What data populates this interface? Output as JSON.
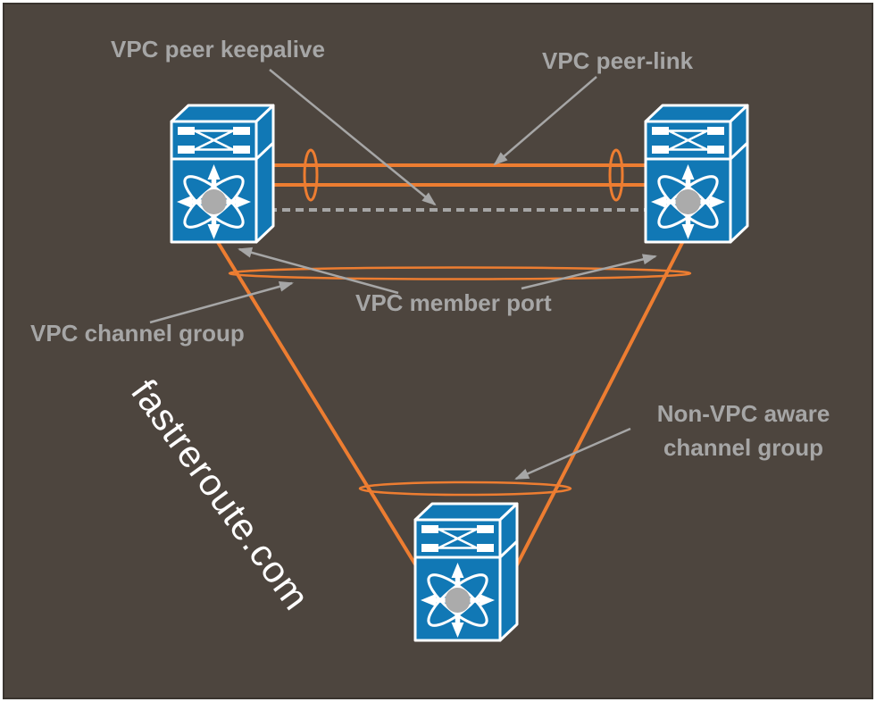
{
  "frame": {
    "background": "#4D453E",
    "border": "#3A342E",
    "outer_margin": "#FFFFFF"
  },
  "palette": {
    "link_orange": "#ED7D31",
    "label_gray": "#A6A6A6",
    "switch_blue": "#1178B5",
    "switch_outline": "#FFFFFF",
    "switch_core_gray": "#ABABAB",
    "watermark_white": "#FFFFFF"
  },
  "labels": {
    "peer_keepalive": "VPC peer keepalive",
    "peer_link": "VPC peer-link",
    "member_port": "VPC member port",
    "channel_group": "VPC channel group",
    "non_vpc_line1": "Non-VPC aware",
    "non_vpc_line2": "channel group"
  },
  "watermark": "fastreroute.com",
  "nodes": [
    {
      "id": "top-left-switch",
      "icon": "nexus-multilayer-switch-icon"
    },
    {
      "id": "top-right-switch",
      "icon": "nexus-multilayer-switch-icon"
    },
    {
      "id": "bottom-switch",
      "icon": "nexus-multilayer-switch-icon"
    }
  ],
  "links": [
    {
      "name": "vpc-peer-link",
      "style": "two solid orange lines bundled by vertical ellipses at each end"
    },
    {
      "name": "vpc-peer-keepalive",
      "style": "dashed gray line"
    },
    {
      "name": "vpc-channel-group",
      "style": "orange diagonals bundled by wide flat ellipse"
    },
    {
      "name": "non-vpc-aware-channel-group",
      "style": "orange diagonals bundled by small flat ellipse"
    }
  ]
}
